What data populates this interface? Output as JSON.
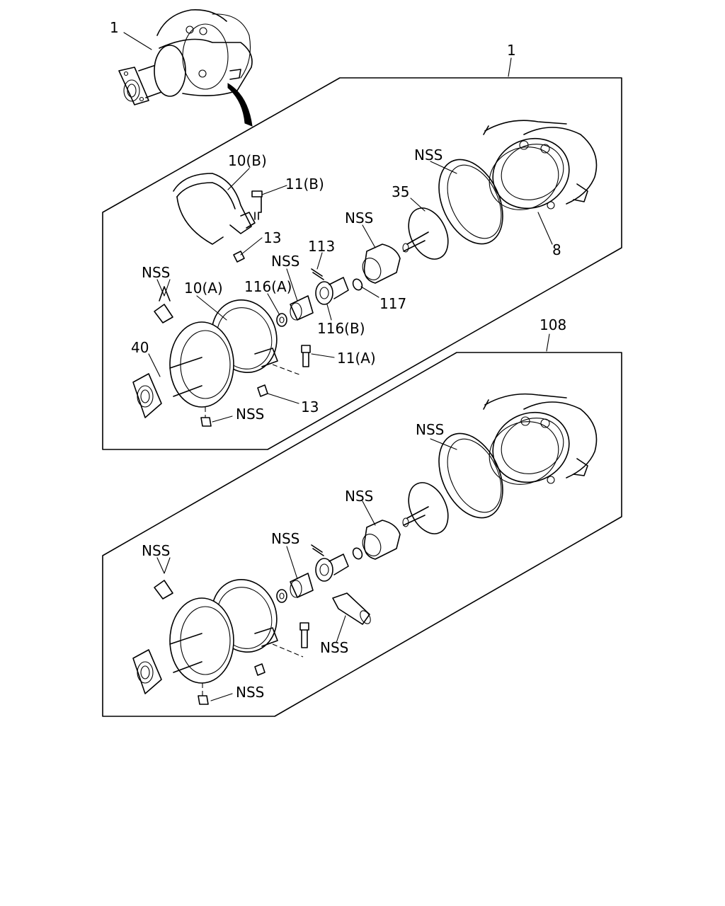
{
  "callouts": {
    "top_assembly": "1",
    "assembly_a": "1",
    "clamp_b": "10(B)",
    "bolt_b": "11(B)",
    "nut_upper": "13",
    "nss_seal_upper": "NSS",
    "gasket_ring": "8",
    "plate_35": "35",
    "nss_boot_a": "NSS",
    "pin_113": "113",
    "nss_bush_a": "NSS",
    "clamp_a": "10(A)",
    "washer_116a": "116(A)",
    "oring_117": "117",
    "fitting_116b": "116(B)",
    "nss_pipe_a": "NSS",
    "part_40": "40",
    "bolt_a": "11(A)",
    "nut_lower": "13",
    "nss_plug_a": "NSS",
    "assembly_108": "108",
    "nss_seal_108": "NSS",
    "nss_boot_108": "NSS",
    "nss_bush_108": "NSS",
    "nss_pipe_108": "NSS",
    "nss_sleeve_108": "NSS",
    "nss_plug_108": "NSS"
  }
}
